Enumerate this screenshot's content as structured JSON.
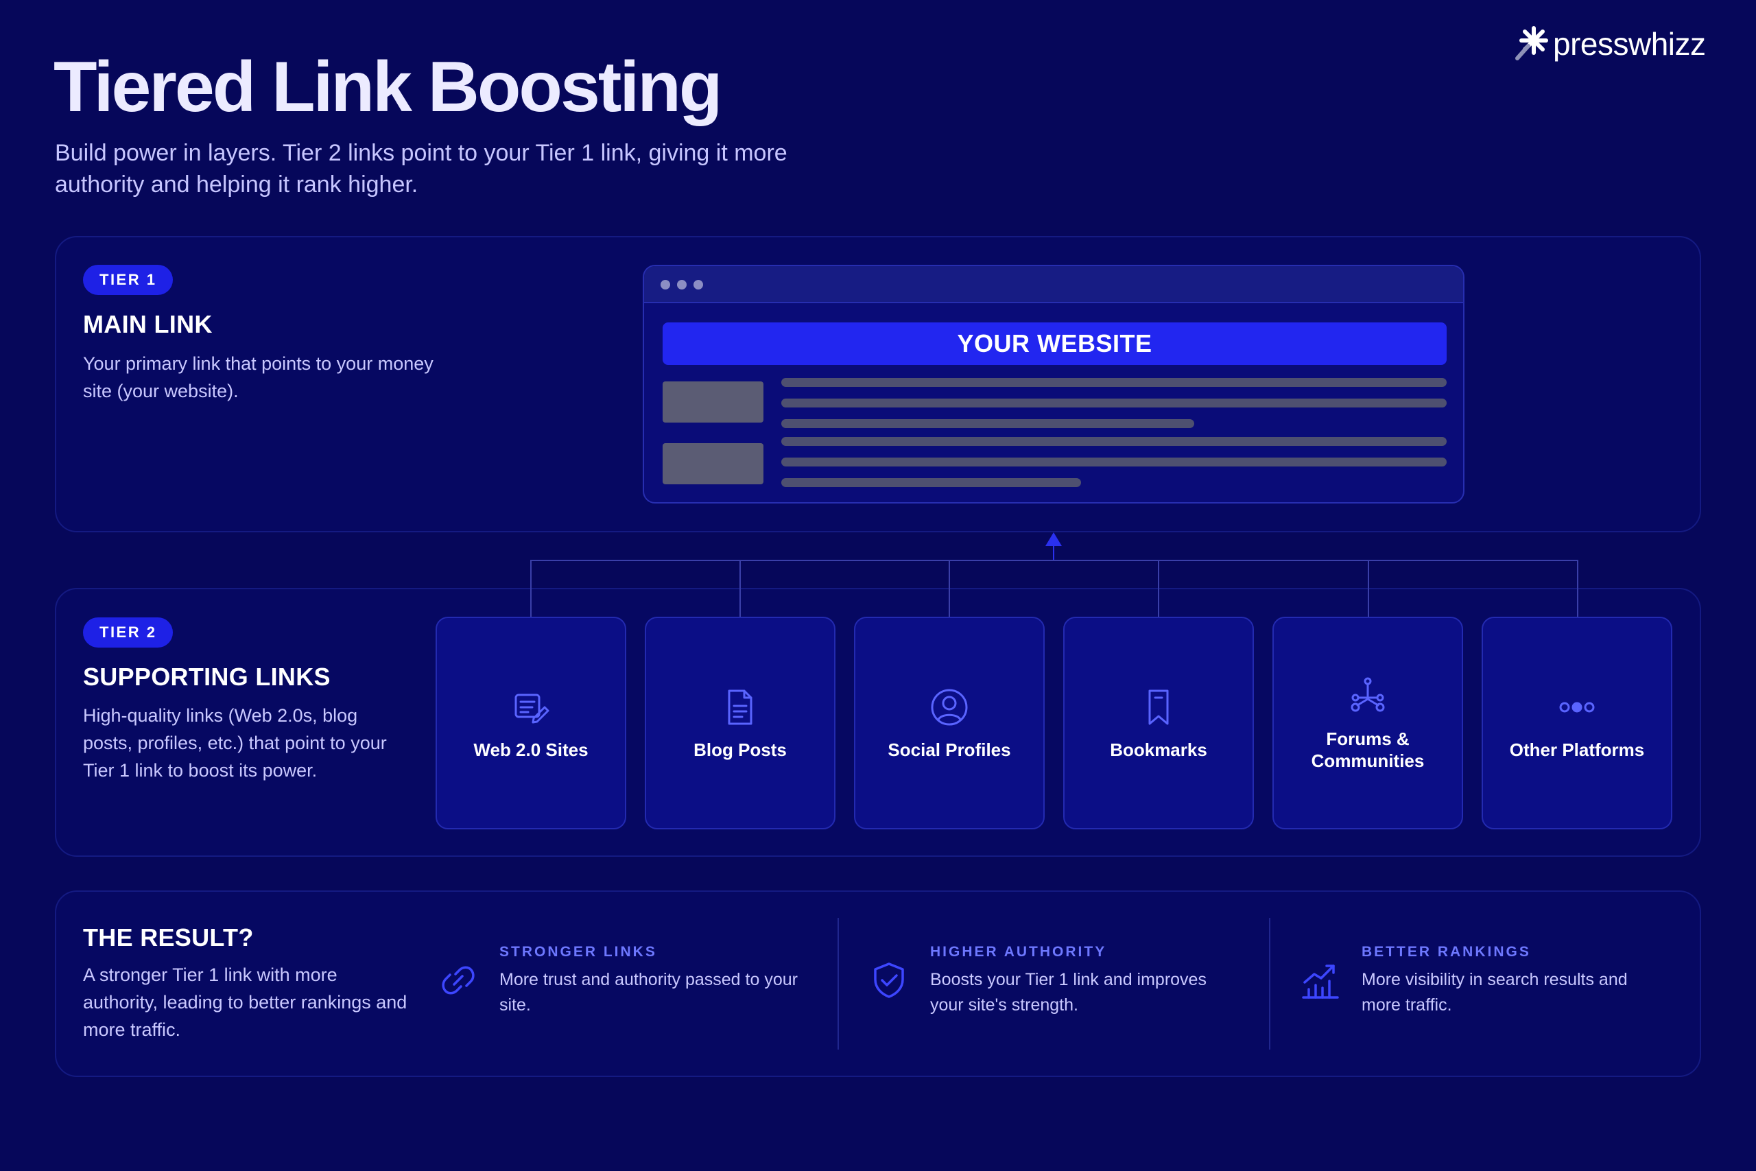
{
  "brand": {
    "name": "presswhizz",
    "logo_icon": "asterisk-icon"
  },
  "header": {
    "title": "Tiered Link Boosting",
    "subtitle": "Build power in layers. Tier 2 links point to your Tier 1 link, giving it more authority and helping it rank higher."
  },
  "tier1": {
    "badge": "TIER 1",
    "heading": "MAIN LINK",
    "description": "Your primary link that points to your money site (your website).",
    "browser": {
      "banner": "YOUR WEBSITE"
    }
  },
  "tier2": {
    "badge": "TIER 2",
    "heading": "SUPPORTING LINKS",
    "description": "High-quality links (Web 2.0s, blog posts, profiles, etc.) that point to your Tier 1 link to boost its power.",
    "items": [
      {
        "label": "Web 2.0 Sites",
        "icon": "edit-document-icon"
      },
      {
        "label": "Blog Posts",
        "icon": "document-icon"
      },
      {
        "label": "Social Profiles",
        "icon": "user-circle-icon"
      },
      {
        "label": "Bookmarks",
        "icon": "bookmark-icon"
      },
      {
        "label": "Forums & Communities",
        "icon": "network-icon"
      },
      {
        "label": "Other Platforms",
        "icon": "dots-icon"
      }
    ]
  },
  "result": {
    "heading": "THE RESULT?",
    "description": "A stronger Tier 1 link with more authority, leading to better rankings and more traffic.",
    "items": [
      {
        "kicker": "STRONGER LINKS",
        "text": "More trust and authority passed to your site.",
        "icon": "link-icon"
      },
      {
        "kicker": "HIGHER AUTHORITY",
        "text": "Boosts your Tier 1 link and improves your site's strength.",
        "icon": "shield-check-icon"
      },
      {
        "kicker": "BETTER RANKINGS",
        "text": "More visibility in search results and more traffic.",
        "icon": "growth-chart-icon"
      }
    ]
  },
  "colors": {
    "background": "#06075a",
    "accent": "#1e21e6",
    "kicker": "#6e78ff"
  }
}
